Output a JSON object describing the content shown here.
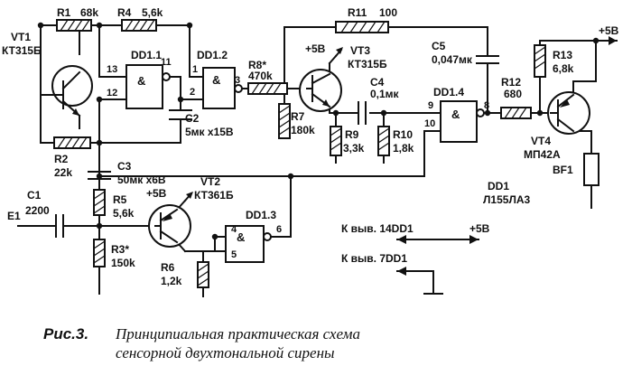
{
  "components": {
    "r1": {
      "ref": "R1",
      "value": "68k"
    },
    "r4": {
      "ref": "R4",
      "value": "5,6k"
    },
    "r2": {
      "ref": "R2",
      "value": "22k"
    },
    "r8": {
      "ref": "R8*",
      "value": "470k"
    },
    "r11": {
      "ref": "R11",
      "value": "100"
    },
    "r7": {
      "ref": "R7",
      "value": "180k"
    },
    "r9": {
      "ref": "R9",
      "value": "3,3k"
    },
    "r10": {
      "ref": "R10",
      "value": "1,8k"
    },
    "r12": {
      "ref": "R12",
      "value": "680"
    },
    "r13": {
      "ref": "R13",
      "value": "6,8k"
    },
    "r5": {
      "ref": "R5",
      "value": "5,6k"
    },
    "r3": {
      "ref": "R3*",
      "value": "150k"
    },
    "r6": {
      "ref": "R6",
      "value": "1,2k"
    },
    "c1": {
      "ref": "C1",
      "value": "2200"
    },
    "c2": {
      "ref": "C2",
      "value": "5мк x15В"
    },
    "c3": {
      "ref": "C3",
      "value": "50мк x6В"
    },
    "c4": {
      "ref": "C4",
      "value": "0,1мк"
    },
    "c5": {
      "ref": "C5",
      "value": "0,047мк"
    },
    "vt1": {
      "ref": "VT1",
      "value": "КТ315Б"
    },
    "vt2": {
      "ref": "VT2",
      "value": "КТ361Б"
    },
    "vt3": {
      "ref": "VT3",
      "value": "КТ315Б"
    },
    "vt4": {
      "ref": "VT4",
      "value": "МП42А"
    },
    "bf1": {
      "ref": "BF1"
    },
    "dd11": {
      "ref": "DD1.1"
    },
    "dd12": {
      "ref": "DD1.2"
    },
    "dd13": {
      "ref": "DD1.3"
    },
    "dd14": {
      "ref": "DD1.4"
    },
    "dd1": {
      "ref": "DD1",
      "value": "Л155ЛА3"
    },
    "e1": {
      "ref": "E1"
    }
  },
  "gate_symbol": "&",
  "pins": {
    "dd11_in_a": "13",
    "dd11_in_b": "12",
    "dd11_out": "11",
    "dd12_in_a": "1",
    "dd12_in_b": "2",
    "dd12_out": "3",
    "dd13_in_a": "4",
    "dd13_in_b": "5",
    "dd13_out": "6",
    "dd14_in_a": "9",
    "dd14_in_b": "10",
    "dd14_out": "8"
  },
  "power": {
    "vcc": "+5В",
    "pin14_note": "К выв. 14DD1",
    "pin7_note": "К выв. 7DD1"
  },
  "caption": {
    "figure": "Рис.3.",
    "line1": "Принципиальная практическая схема",
    "line2": "сенсорной двухтональной сирены"
  }
}
